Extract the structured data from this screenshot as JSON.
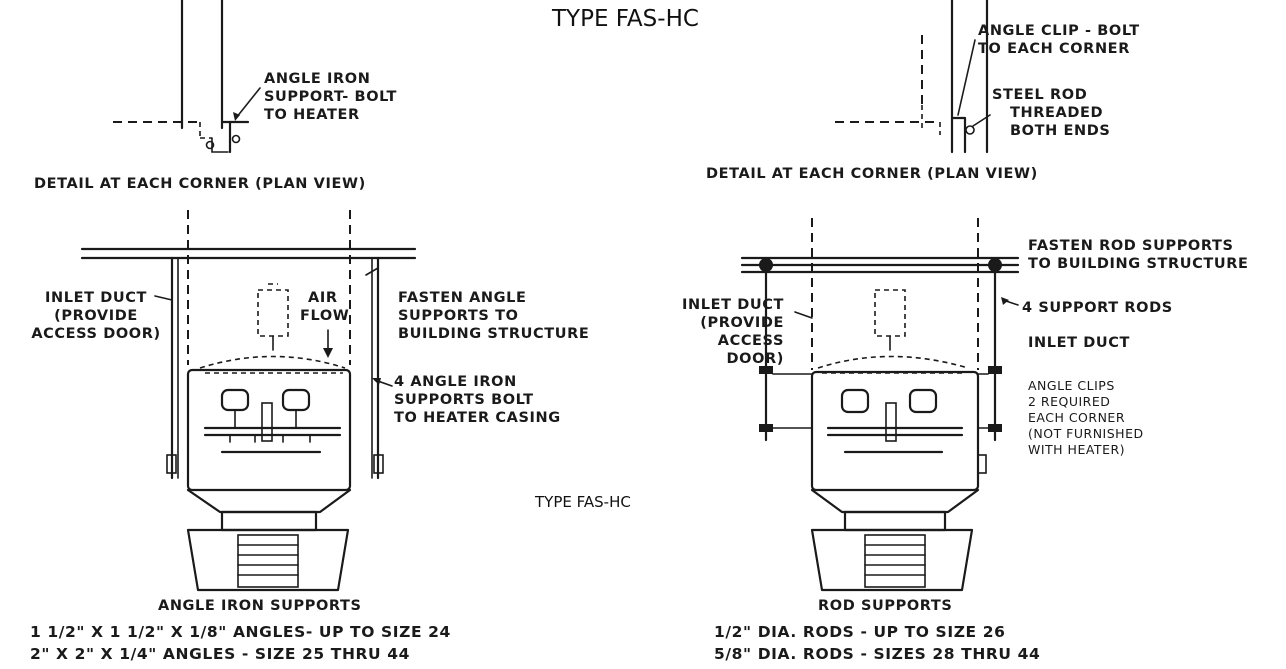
{
  "header": {
    "title": "TYPE FAS-HC"
  },
  "center_caption": "TYPE FAS-HC",
  "left_figure": {
    "plan_callout": [
      "ANGLE IRON",
      "SUPPORT- BOLT",
      "TO HEATER"
    ],
    "plan_caption": "DETAIL AT EACH CORNER (PLAN VIEW)",
    "inlet_duct": [
      "INLET DUCT",
      "(PROVIDE",
      "ACCESS DOOR)"
    ],
    "air_flow": [
      "AIR",
      "FLOW"
    ],
    "fasten": [
      "FASTEN ANGLE",
      "SUPPORTS TO",
      "BUILDING STRUCTURE"
    ],
    "supports": [
      "4 ANGLE IRON",
      "SUPPORTS BOLT",
      "TO HEATER CASING"
    ],
    "spec_title": "ANGLE IRON SUPPORTS",
    "spec_line1": "1 1/2\" X 1 1/2\" X 1/8\" ANGLES- UP TO SIZE 24",
    "spec_line2": "2\" X 2\" X 1/4\" ANGLES - SIZE 25 THRU 44"
  },
  "right_figure": {
    "clip_callout": [
      "ANGLE CLIP - BOLT",
      "TO EACH CORNER"
    ],
    "rod_callout": [
      "STEEL ROD",
      "THREADED",
      "BOTH ENDS"
    ],
    "plan_caption": "DETAIL AT EACH CORNER (PLAN VIEW)",
    "fasten": [
      "FASTEN ROD SUPPORTS",
      "TO BUILDING STRUCTURE"
    ],
    "support_rods": "4 SUPPORT RODS",
    "inlet_duct_right": "INLET DUCT",
    "inlet_duct_left": [
      "INLET DUCT",
      "(PROVIDE",
      "ACCESS",
      "DOOR)"
    ],
    "angle_clips": [
      "ANGLE CLIPS",
      "2 REQUIRED",
      "EACH CORNER",
      "(NOT FURNISHED",
      "WITH HEATER)"
    ],
    "spec_title": "ROD SUPPORTS",
    "spec_line1": "1/2\" DIA. RODS - UP TO SIZE 26",
    "spec_line2": "5/8\" DIA. RODS - SIZES 28 THRU 44"
  }
}
